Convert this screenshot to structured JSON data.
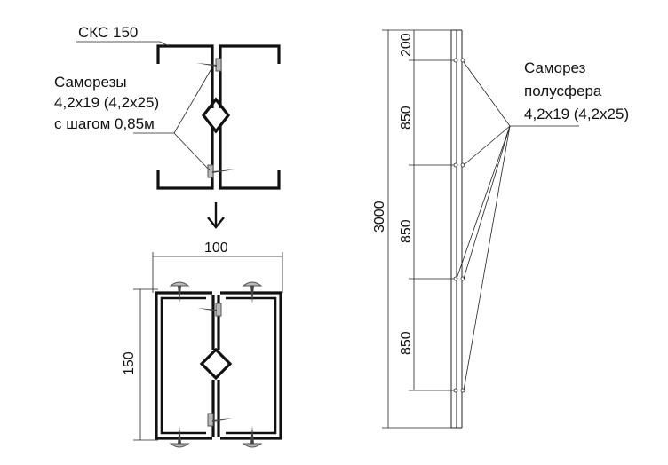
{
  "labels": {
    "profile_name": "СКС 150",
    "screws_line1": "Саморезы",
    "screws_line2": "4,2х19 (4,2х25)",
    "screws_line3": "с шагом 0,85м",
    "screw_right_line1": "Саморез",
    "screw_right_line2": "полусфера",
    "screw_right_line3": "4,2х19 (4,2х25)"
  },
  "dimensions": {
    "width": "100",
    "height": "150",
    "total_length": "3000",
    "spacing_1": "200",
    "spacing_2": "850",
    "spacing_3": "850",
    "spacing_4": "850"
  },
  "icons": {
    "arrow": "down-arrow-icon"
  }
}
